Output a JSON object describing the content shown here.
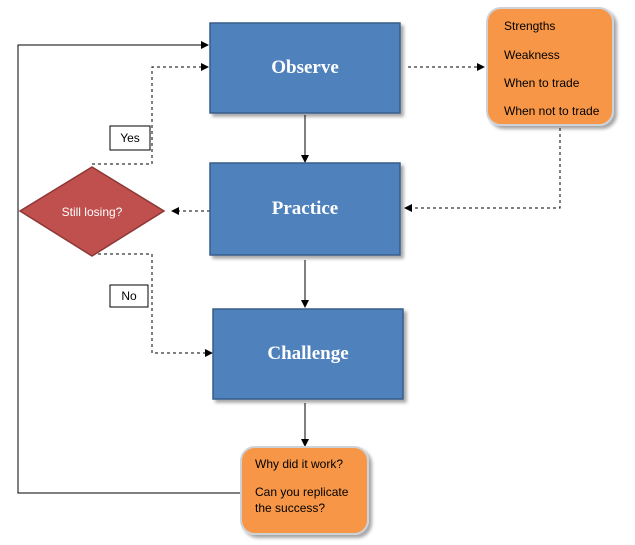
{
  "nodes": {
    "observe": "Observe",
    "practice": "Practice",
    "challenge": "Challenge",
    "decision": "Still losing?"
  },
  "review_note": {
    "items": [
      "Strengths",
      "Weakness",
      "When to trade",
      "When not to trade"
    ]
  },
  "reflection_note": {
    "line1": "Why did it work?",
    "line2a": "Can you replicate",
    "line2b": "the success?"
  },
  "branches": {
    "yes": "Yes",
    "no": "No"
  },
  "colors": {
    "step_fill": "#4f81bd",
    "step_border": "#385d8a",
    "note_fill": "#f79646",
    "note_border": "#cdd2d8",
    "decision_fill": "#c0504d",
    "decision_border": "#8c3836",
    "connector": "#000000"
  }
}
